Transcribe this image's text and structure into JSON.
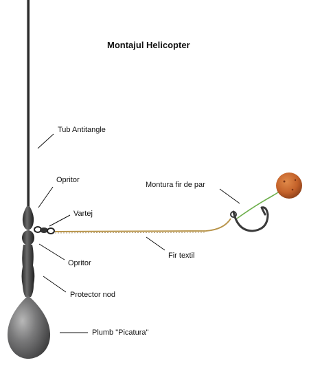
{
  "title": "Montajul Helicopter",
  "labels": {
    "tub_antitangle": "Tub Antitangle",
    "opritor_top": "Opritor",
    "vartej": "Vartej",
    "montura": "Montura fir de par",
    "fir_textil": "Fir textil",
    "opritor_bottom": "Opritor",
    "protector_nod": "Protector nod",
    "plumb": "Plumb \"Picatura\""
  },
  "colors": {
    "tube": "#2a2a2a",
    "lead": "#6f6f70",
    "fir_textil": "#b8944a",
    "hair_rig": "#6cae4a",
    "boilie": "#c4622a",
    "hook": "#3a3a3a",
    "leader_line": "#111111"
  }
}
